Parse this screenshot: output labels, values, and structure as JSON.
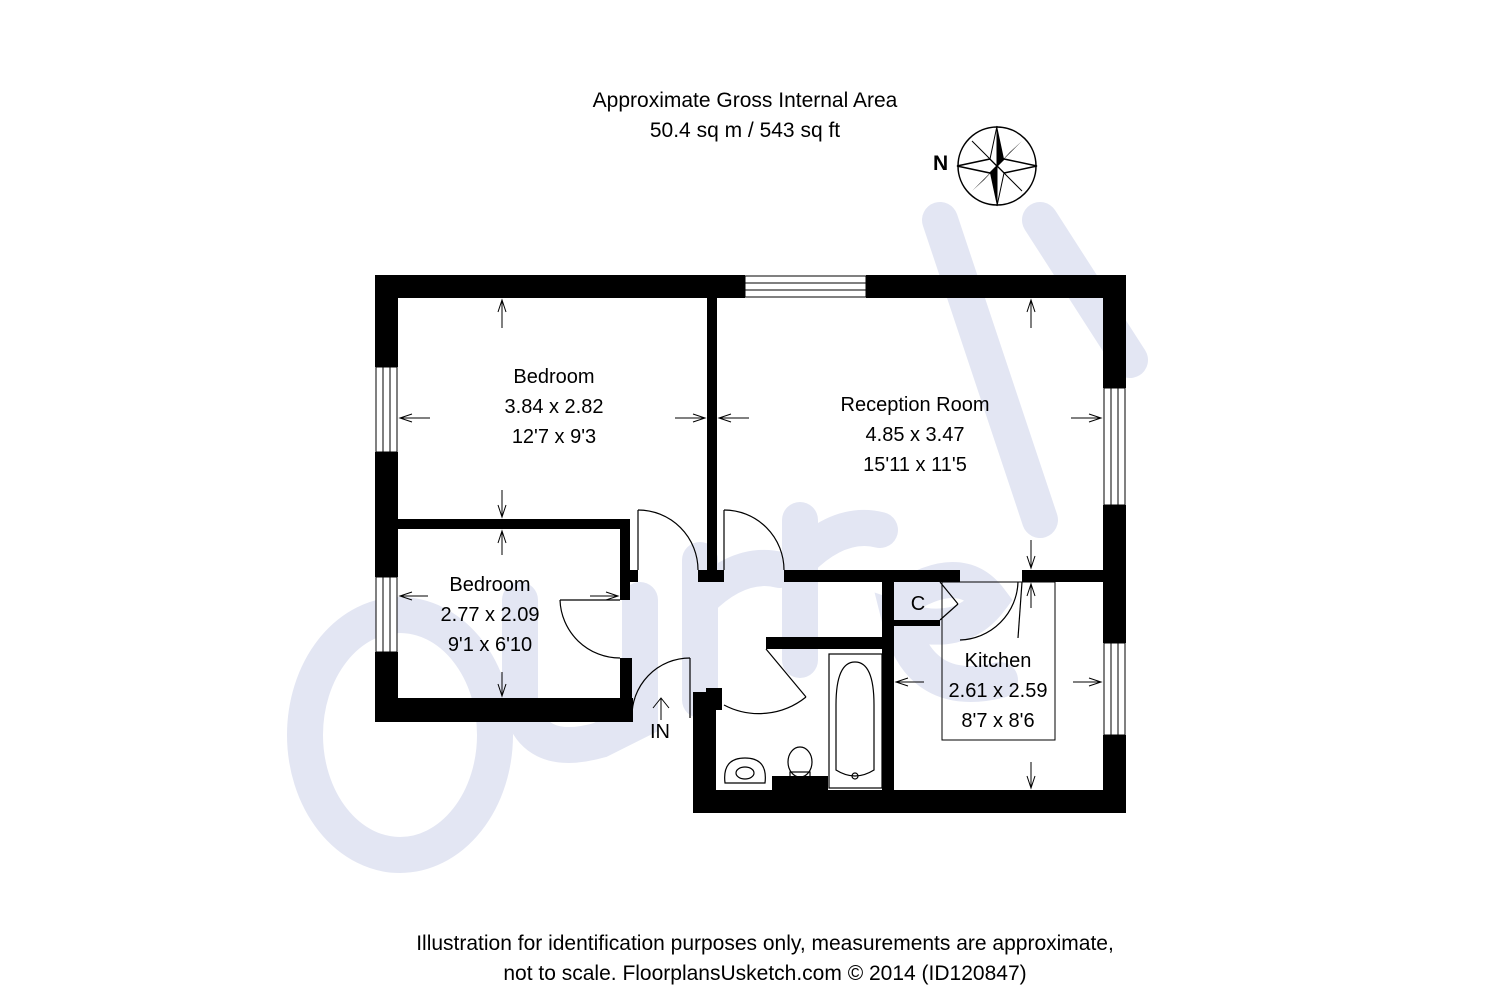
{
  "header": {
    "title": "Approximate Gross Internal Area",
    "area": "50.4 sq m / 543 sq ft"
  },
  "compass": {
    "north_label": "N"
  },
  "watermark": {
    "text": "Currell",
    "color": "#e3e6f3"
  },
  "rooms": [
    {
      "name": "Bedroom",
      "metric": "3.84 x 2.82",
      "imperial": "12'7 x 9'3"
    },
    {
      "name": "Reception Room",
      "metric": "4.85 x 3.47",
      "imperial": "15'11 x 11'5"
    },
    {
      "name": "Bedroom",
      "metric": "2.77 x 2.09",
      "imperial": "9'1 x 6'10"
    },
    {
      "name": "Kitchen",
      "metric": "2.61 x 2.59",
      "imperial": "8'7 x 8'6"
    }
  ],
  "cupboard": {
    "label": "C"
  },
  "entrance": {
    "label": "IN"
  },
  "footer": {
    "line1": "Illustration for identification purposes only, measurements are approximate,",
    "line2": "not to scale. FloorplansUsketch.com © 2014 (ID120847)"
  },
  "colors": {
    "wall": "#000000",
    "watermark": "#e3e6f3"
  }
}
